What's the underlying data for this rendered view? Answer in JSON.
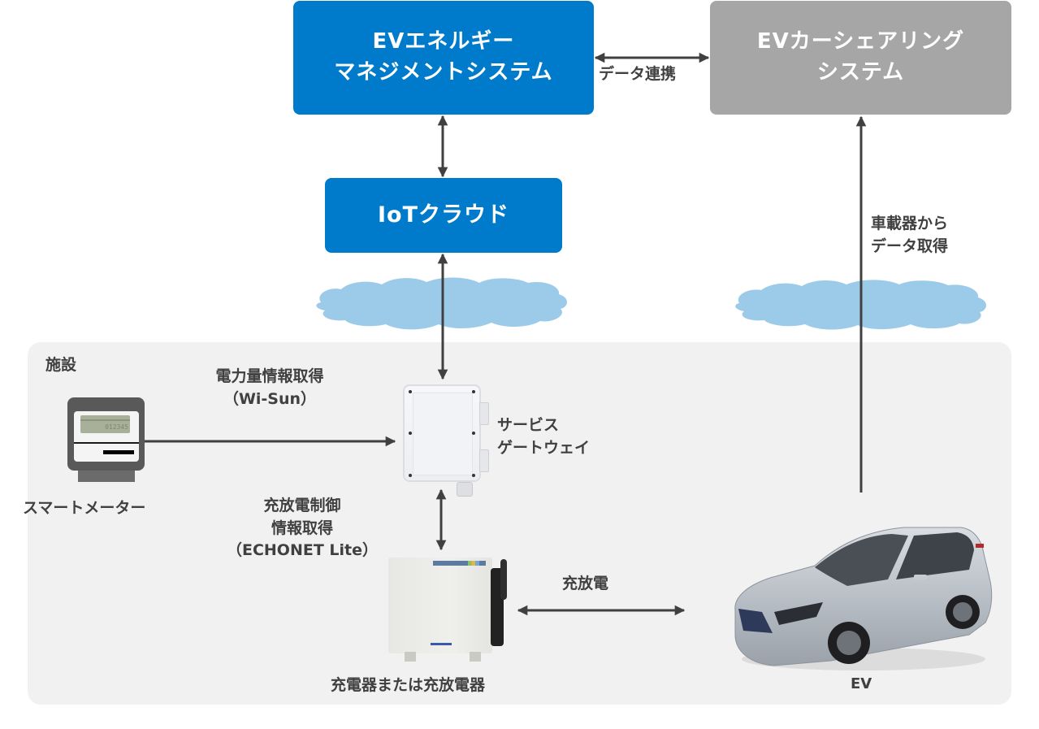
{
  "diagram": {
    "title": "EV energy management and car sharing system architecture",
    "nodes": {
      "ems": {
        "label": "EVエネルギー\nマネジメントシステム",
        "color": "#007bcb"
      },
      "car_sharing": {
        "label": "EVカーシェアリング\nシステム",
        "color": "#a6a6a6"
      },
      "iot_cloud": {
        "label": "IoTクラウド",
        "color": "#007bcb"
      },
      "facility": {
        "label": "施設",
        "color": "#f1f1f1"
      },
      "smart_meter": {
        "label": "スマートメーター",
        "lcd_value": "012345"
      },
      "service_gateway": {
        "label": "サービス\nゲートウェイ"
      },
      "charger": {
        "label": "充電器または充放電器"
      },
      "ev": {
        "label": "EV"
      }
    },
    "edges": {
      "ems_sharing": {
        "label": "データ連携",
        "direction": "bidirectional"
      },
      "vehicle_data": {
        "label": "車載器から\nデータ取得",
        "direction": "ev-to-car_sharing"
      },
      "meter_gateway": {
        "label": "電力量情報取得\n（Wi-Sun）",
        "direction": "meter-to-gateway"
      },
      "gateway_charger": {
        "label": "充放電制御\n情報取得\n（ECHONET Lite）",
        "direction": "bidirectional"
      },
      "charger_ev": {
        "label": "充放電",
        "direction": "bidirectional"
      },
      "ems_iot": {
        "label": "",
        "direction": "bidirectional"
      },
      "iot_gateway": {
        "label": "",
        "direction": "bidirectional"
      }
    },
    "colors": {
      "arrow": "#404040",
      "cloud": "#9ccbea",
      "text": "#404040"
    }
  }
}
